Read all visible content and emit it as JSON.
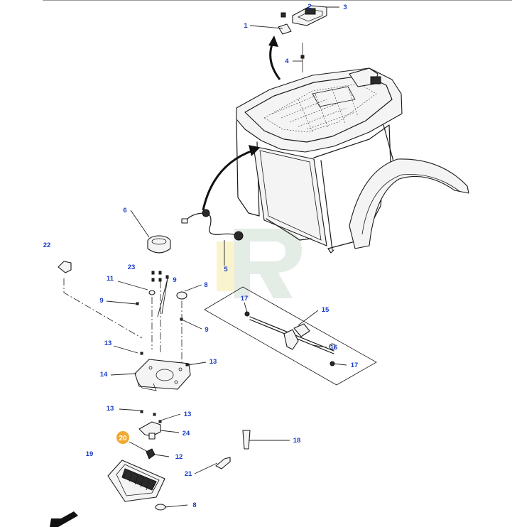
{
  "callouts": {
    "c1": "1",
    "c2": "2",
    "c3": "3",
    "c4": "4",
    "c5": "5",
    "c6": "6",
    "c8a": "8",
    "c8b": "8",
    "c9a": "9",
    "c9b": "9",
    "c9c": "9",
    "c11": "11",
    "c12": "12",
    "c13a": "13",
    "c13b": "13",
    "c13c": "13",
    "c13d": "13",
    "c14": "14",
    "c15": "15",
    "c16": "16",
    "c17a": "17",
    "c17b": "17",
    "c18": "18",
    "c19": "19",
    "c20": "20",
    "c21": "21",
    "c22": "22",
    "c23": "23",
    "c24": "24"
  },
  "colors": {
    "callout_text": "#1a3cc7",
    "highlight_badge": "#f0a830",
    "watermark": "#2f6a3a"
  },
  "icons": {
    "direction_arrow": "front-direction-arrow-icon",
    "watermark": "r-logo-watermark"
  }
}
